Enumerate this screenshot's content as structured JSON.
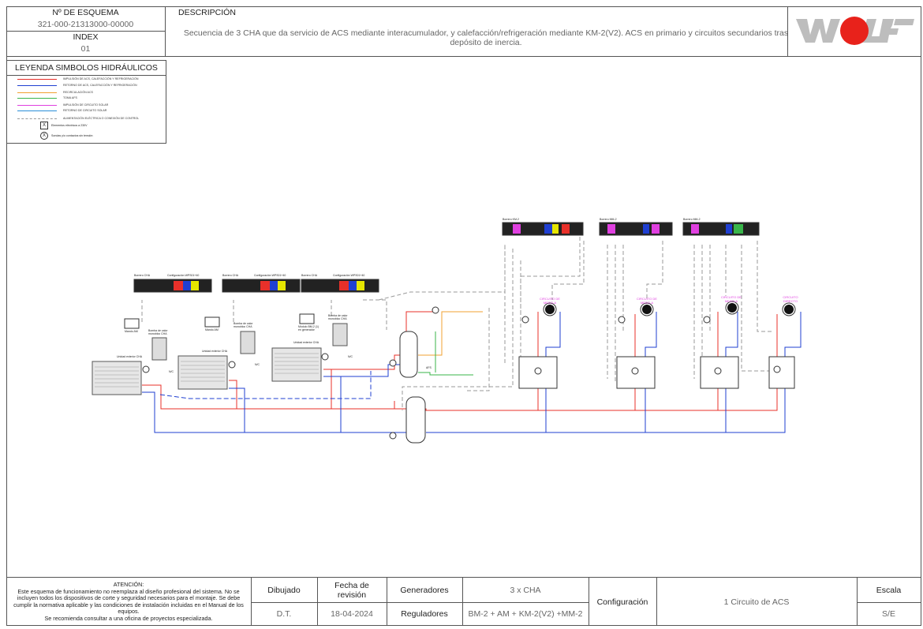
{
  "header": {
    "scheme_label": "Nº DE ESQUEMA",
    "scheme_value": "321-000-21313000-00000",
    "index_label": "INDEX",
    "index_value": "01",
    "description_label": "DESCRIPCIÓN",
    "description_text": "Secuencia de 3 CHA que da servicio de ACS mediante interacumulador, y calefacción/refrigeración mediante KM-2(V2). ACS en primario y circuitos secundarios tras depósito de inercia.",
    "logo_text": "WOLF"
  },
  "legend": {
    "title": "LEYENDA SIMBOLOS HIDRÁULICOS",
    "items": [
      {
        "text": "IMPULSIÓN DE ACS, CALEFACCIÓN Y REFRIGERACIÓN",
        "color": "#e8302a"
      },
      {
        "text": "RETORNO DE ACS, CALEFACCIÓN Y REFRIGERACIÓN",
        "color": "#1f3fd1"
      },
      {
        "text": "RECIRCULACIÓN ACS",
        "color": "#f0a030"
      },
      {
        "text": "TOMA AFS",
        "color": "#39b54a"
      },
      {
        "text": "IMPULSIÓN DE CIRCUITO SOLAR",
        "color": "#e040e0"
      },
      {
        "text": "RETORNO DE CIRCUITO SOLAR",
        "color": "#2a8fd8"
      },
      {
        "text": "ALIMENTACIÓN ELÉCTRICA O CONEXIÓN DE CONTROL",
        "color": "#999999"
      }
    ],
    "symbol_x": "X",
    "symbol_x_text": "Elementos eléctricos a 230V",
    "symbol_o_text": "Sondas y/o contactos sin tensión"
  },
  "diagram": {
    "outdoor_unit_label": "Unidad exterior CHA",
    "heat_pump_label": "Bomba de calor monobloc CHA",
    "remote_label": "Mando AM",
    "module_label": "Módulo BM-2 (1) en generador",
    "board_chas": "Borrero CHA",
    "board_config": "Configuración WPS01+40",
    "board_km": "Borrero KM-2",
    "board_mm": "Borrero MM-2",
    "circuit_mixed": "CIRCUITO DE MEZCLA",
    "circuit_direct": "CIRCUITO DIRECTO",
    "nc": "N/C",
    "afs": "AFS"
  },
  "footer": {
    "attention_title": "ATENCIÓN:",
    "attention_text": "Este esquema de funcionamiento no reemplaza al diseño profesional del sistema. No se incluyen todos los dispositivos de corte y seguridad necesarios para el montaje. Se debe cumplir la normativa aplicable y las condiciones de instalación incluidas en el Manual de los equipos.",
    "attention_note": "Se recomienda consultar a una oficina de proyectos especializada.",
    "drawn_label": "Dibujado",
    "drawn_value": "D.T.",
    "revision_label": "Fecha de revisión",
    "revision_value": "18-04-2024",
    "generators_label": "Generadores",
    "generators_value": "3 x CHA",
    "regulators_label": "Reguladores",
    "regulators_value": "BM-2 + AM + KM-2(V2) +MM-2",
    "config_label": "Configuración",
    "config_value": "1 Circuito de ACS",
    "scale_label": "Escala",
    "scale_value": "S/E"
  }
}
